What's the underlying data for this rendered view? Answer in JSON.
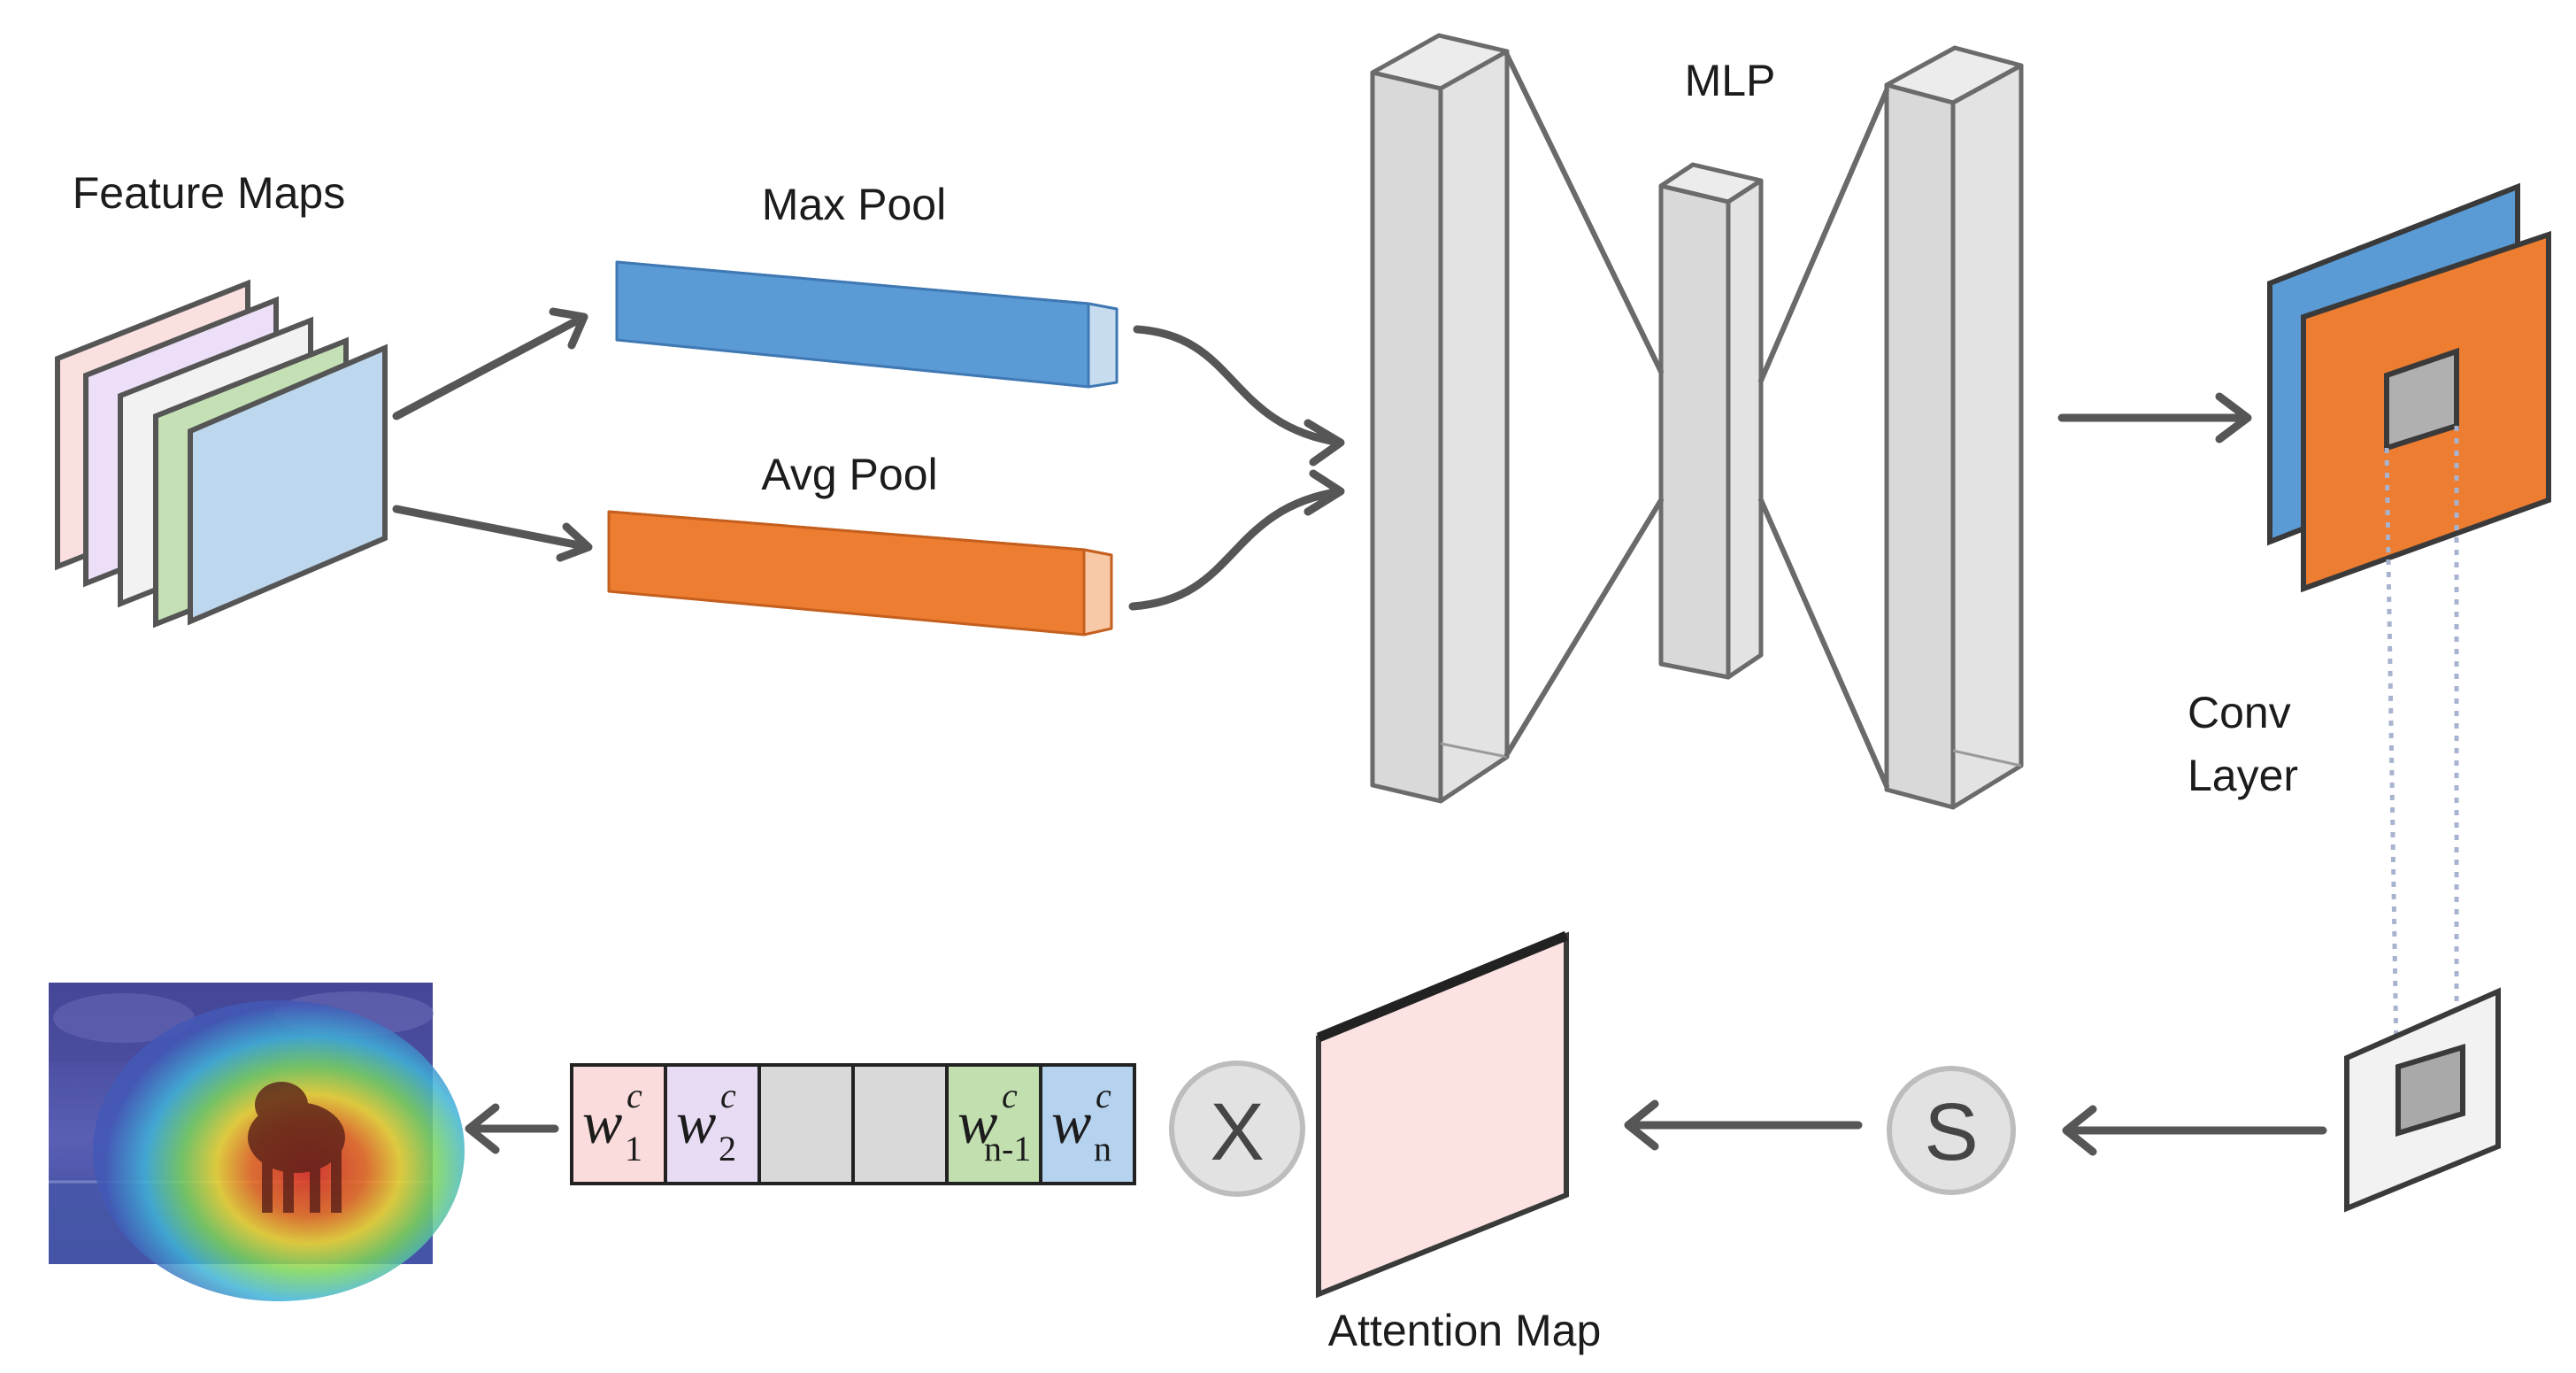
{
  "labels": {
    "feature_maps": "Feature Maps",
    "max_pool": "Max Pool",
    "avg_pool": "Avg Pool",
    "mlp": "MLP",
    "conv_line1": "Conv",
    "conv_line2": "Layer",
    "attention_map": "Attention Map"
  },
  "operators": {
    "sigmoid": "S",
    "multiply": "X"
  },
  "weights": [
    {
      "symbol": "w",
      "sup": "c",
      "sub": "1",
      "color": "#fbdcdc"
    },
    {
      "symbol": "w",
      "sup": "c",
      "sub": "2",
      "color": "#e8dcf4"
    },
    {
      "symbol": "",
      "sup": "",
      "sub": "",
      "color": "#d9d9d9"
    },
    {
      "symbol": "",
      "sup": "",
      "sub": "",
      "color": "#d9d9d9"
    },
    {
      "symbol": "w",
      "sup": "c",
      "sub": "n-1",
      "color": "#c2dfb0"
    },
    {
      "symbol": "w",
      "sup": "c",
      "sub": "n",
      "color": "#b5d3ef"
    }
  ],
  "colors": {
    "max_pool_bar": "#5b9bd5",
    "avg_pool_bar": "#ed7d31",
    "mlp_layers": "#d9d9d9",
    "conv_front": "#ed7d31",
    "conv_back": "#5b9bd5",
    "attention_map": "#fde2e2",
    "arrows": "#565656"
  }
}
